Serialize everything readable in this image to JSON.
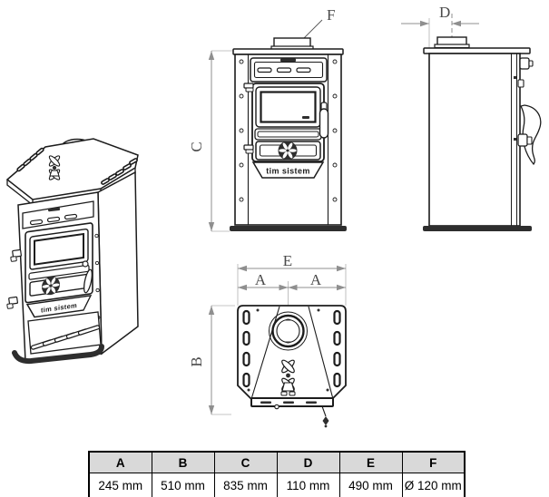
{
  "brand": "tim sistem",
  "dimension_labels": {
    "A": "A",
    "B": "B",
    "C": "C",
    "D": "D",
    "E": "E",
    "F": "F"
  },
  "table": {
    "headers": [
      "A",
      "B",
      "C",
      "D",
      "E",
      "F"
    ],
    "values": [
      "245 mm",
      "510 mm",
      "835 mm",
      "110 mm",
      "490 mm",
      "Ø 120 mm"
    ]
  },
  "colors": {
    "line": "#1c1c1c",
    "dimension_line": "#8f8f8f",
    "dimension_text": "#4a4a4a",
    "dark_fill": "#2e2e2e",
    "table_header_bg": "#d9d9d9",
    "background": "#ffffff"
  }
}
